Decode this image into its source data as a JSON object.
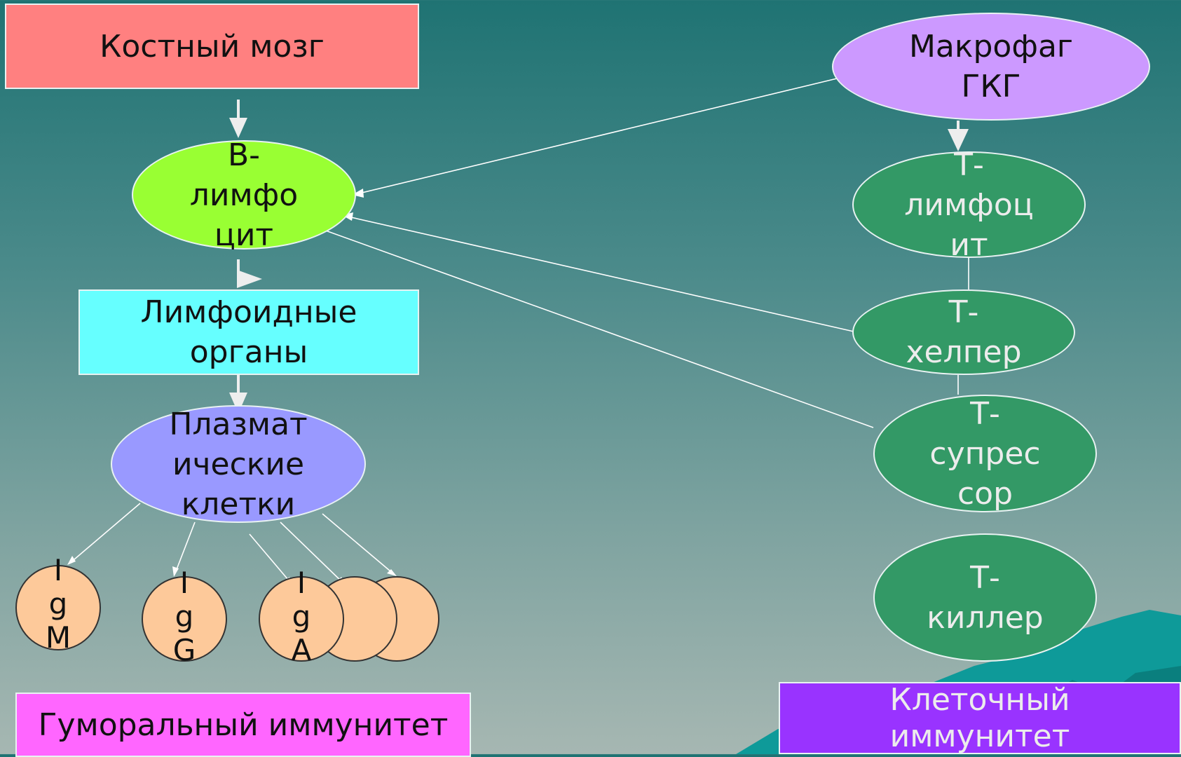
{
  "nodes": {
    "bone_marrow": "Костный мозг",
    "b_lymph": "В-\nлимфо\nцит",
    "lymphoid": "Лимфоидные\nорганы",
    "plasma": "Плазмат\nические\nклетки",
    "humoral": "Гуморальный иммунитет",
    "macrophage": "Макрофаг\nГКГ",
    "t_lymph": "Т-\nлимфоц\nит",
    "t_helper": "Т-\nхелпер",
    "t_suppressor": "Т-\nсупрес\nсор",
    "t_killer": "Т-\nкиллер",
    "cellular": "Клеточный\nиммунитет"
  },
  "antibodies": {
    "igm": "I\ng\nM",
    "igg": "I\ng\nG",
    "iga": "I\ng\nA"
  },
  "colors": {
    "bone_marrow": "#ff8080",
    "b_lymph": "#99ff33",
    "lymphoid": "#66ffff",
    "plasma": "#9999ff",
    "humoral": "#ff66ff",
    "macrophage": "#cc99ff",
    "t_cells": "#339966",
    "cellular": "#9933ff",
    "antibody": "#fdc99a"
  }
}
